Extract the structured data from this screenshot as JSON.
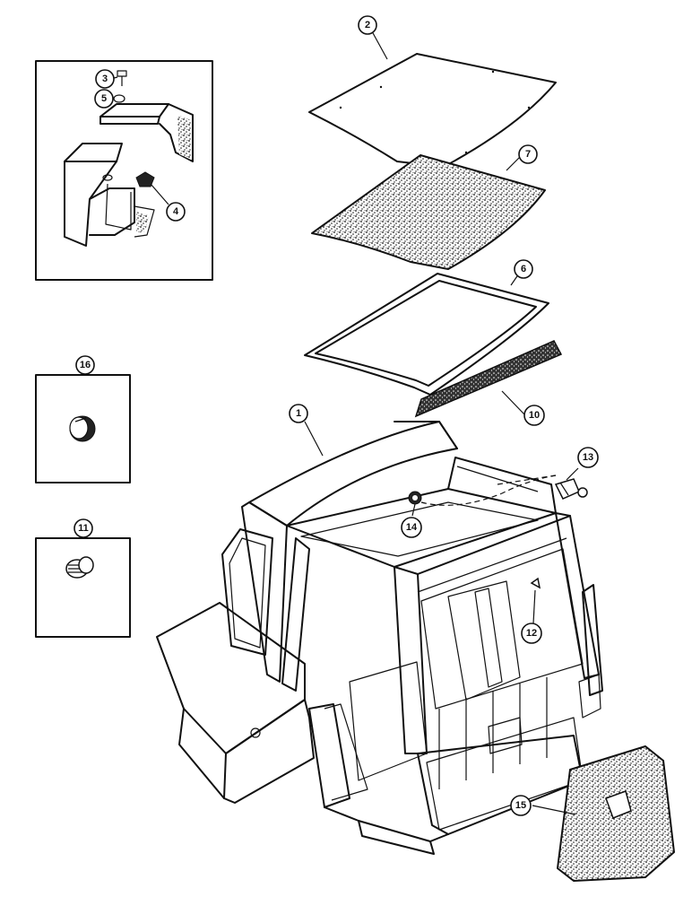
{
  "callouts": [
    {
      "id": "c1",
      "label": "1"
    },
    {
      "id": "c2",
      "label": "2"
    },
    {
      "id": "c3",
      "label": "3"
    },
    {
      "id": "c4",
      "label": "4"
    },
    {
      "id": "c5",
      "label": "5"
    },
    {
      "id": "c6",
      "label": "6"
    },
    {
      "id": "c7",
      "label": "7"
    },
    {
      "id": "c10",
      "label": "10"
    },
    {
      "id": "c11",
      "label": "11"
    },
    {
      "id": "c12",
      "label": "12"
    },
    {
      "id": "c13",
      "label": "13"
    },
    {
      "id": "c14",
      "label": "14"
    },
    {
      "id": "c15",
      "label": "15"
    },
    {
      "id": "c16",
      "label": "16"
    }
  ],
  "colors": {
    "line": "#111111",
    "background": "#ffffff",
    "panel_fill": "#ffffff"
  }
}
